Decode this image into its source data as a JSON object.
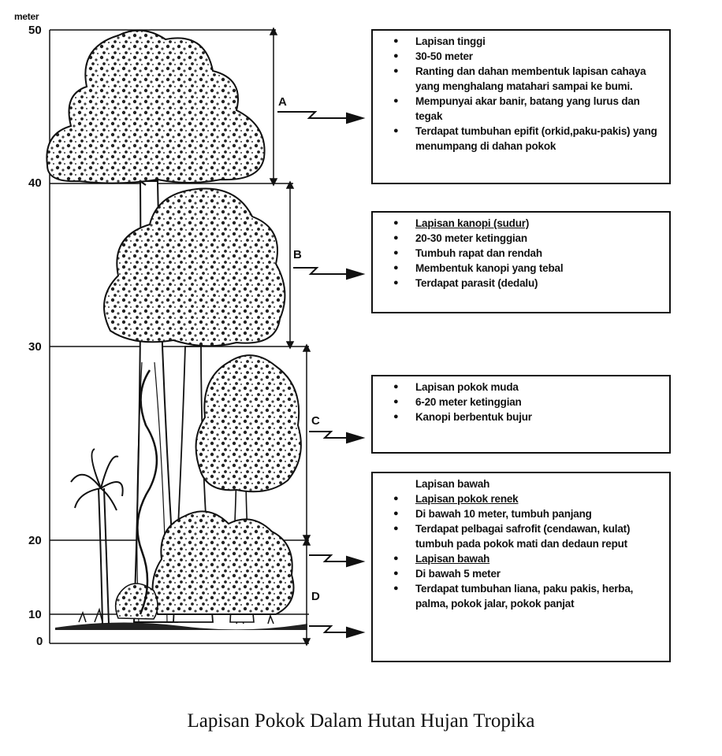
{
  "axis": {
    "unit": "meter",
    "ticks": [
      "50",
      "40",
      "30",
      "20",
      "10",
      "0"
    ]
  },
  "layers": [
    {
      "letter": "A",
      "items": [
        {
          "text": "Lapisan tinggi",
          "bullet": true,
          "underline": false
        },
        {
          "text": "30-50 meter",
          "bullet": true,
          "underline": false
        },
        {
          "text": "Ranting dan dahan membentuk lapisan cahaya yang menghalang matahari sampai ke bumi.",
          "bullet": true,
          "underline": false
        },
        {
          "text": "Mempunyai akar banir, batang yang lurus dan tegak",
          "bullet": true,
          "underline": false
        },
        {
          "text": "Terdapat tumbuhan epifit (orkid,paku-pakis) yang menumpang di dahan pokok",
          "bullet": true,
          "underline": false
        }
      ]
    },
    {
      "letter": "B",
      "items": [
        {
          "text": "Lapisan kanopi (sudur)",
          "bullet": true,
          "underline": true
        },
        {
          "text": "20-30 meter ketinggian",
          "bullet": true,
          "underline": false
        },
        {
          "text": "Tumbuh rapat dan rendah",
          "bullet": true,
          "underline": false
        },
        {
          "text": "Membentuk kanopi yang tebal",
          "bullet": true,
          "underline": false
        },
        {
          "text": "Terdapat parasit (dedalu)",
          "bullet": true,
          "underline": false
        }
      ]
    },
    {
      "letter": "C",
      "items": [
        {
          "text": "Lapisan pokok muda",
          "bullet": true,
          "underline": false
        },
        {
          "text": "6-20 meter ketinggian",
          "bullet": true,
          "underline": false
        },
        {
          "text": "Kanopi berbentuk bujur",
          "bullet": true,
          "underline": false
        }
      ]
    },
    {
      "letter": "D",
      "items": [
        {
          "text": "Lapisan bawah",
          "bullet": false,
          "underline": false
        },
        {
          "text": "Lapisan pokok renek",
          "bullet": true,
          "underline": true
        },
        {
          "text": "Di bawah 10 meter, tumbuh panjang",
          "bullet": true,
          "underline": false
        },
        {
          "text": "Terdapat pelbagai safrofit (cendawan, kulat) tumbuh pada pokok mati dan dedaun reput",
          "bullet": true,
          "underline": false
        },
        {
          "text": "Lapisan bawah",
          "bullet": true,
          "underline": true
        },
        {
          "text": "Di bawah 5 meter",
          "bullet": true,
          "underline": false
        },
        {
          "text": "Terdapat tumbuhan liana, paku pakis, herba, palma, pokok jalar, pokok panjat",
          "bullet": true,
          "underline": false
        }
      ]
    }
  ],
  "caption": "Lapisan Pokok Dalam Hutan Hujan Tropika"
}
